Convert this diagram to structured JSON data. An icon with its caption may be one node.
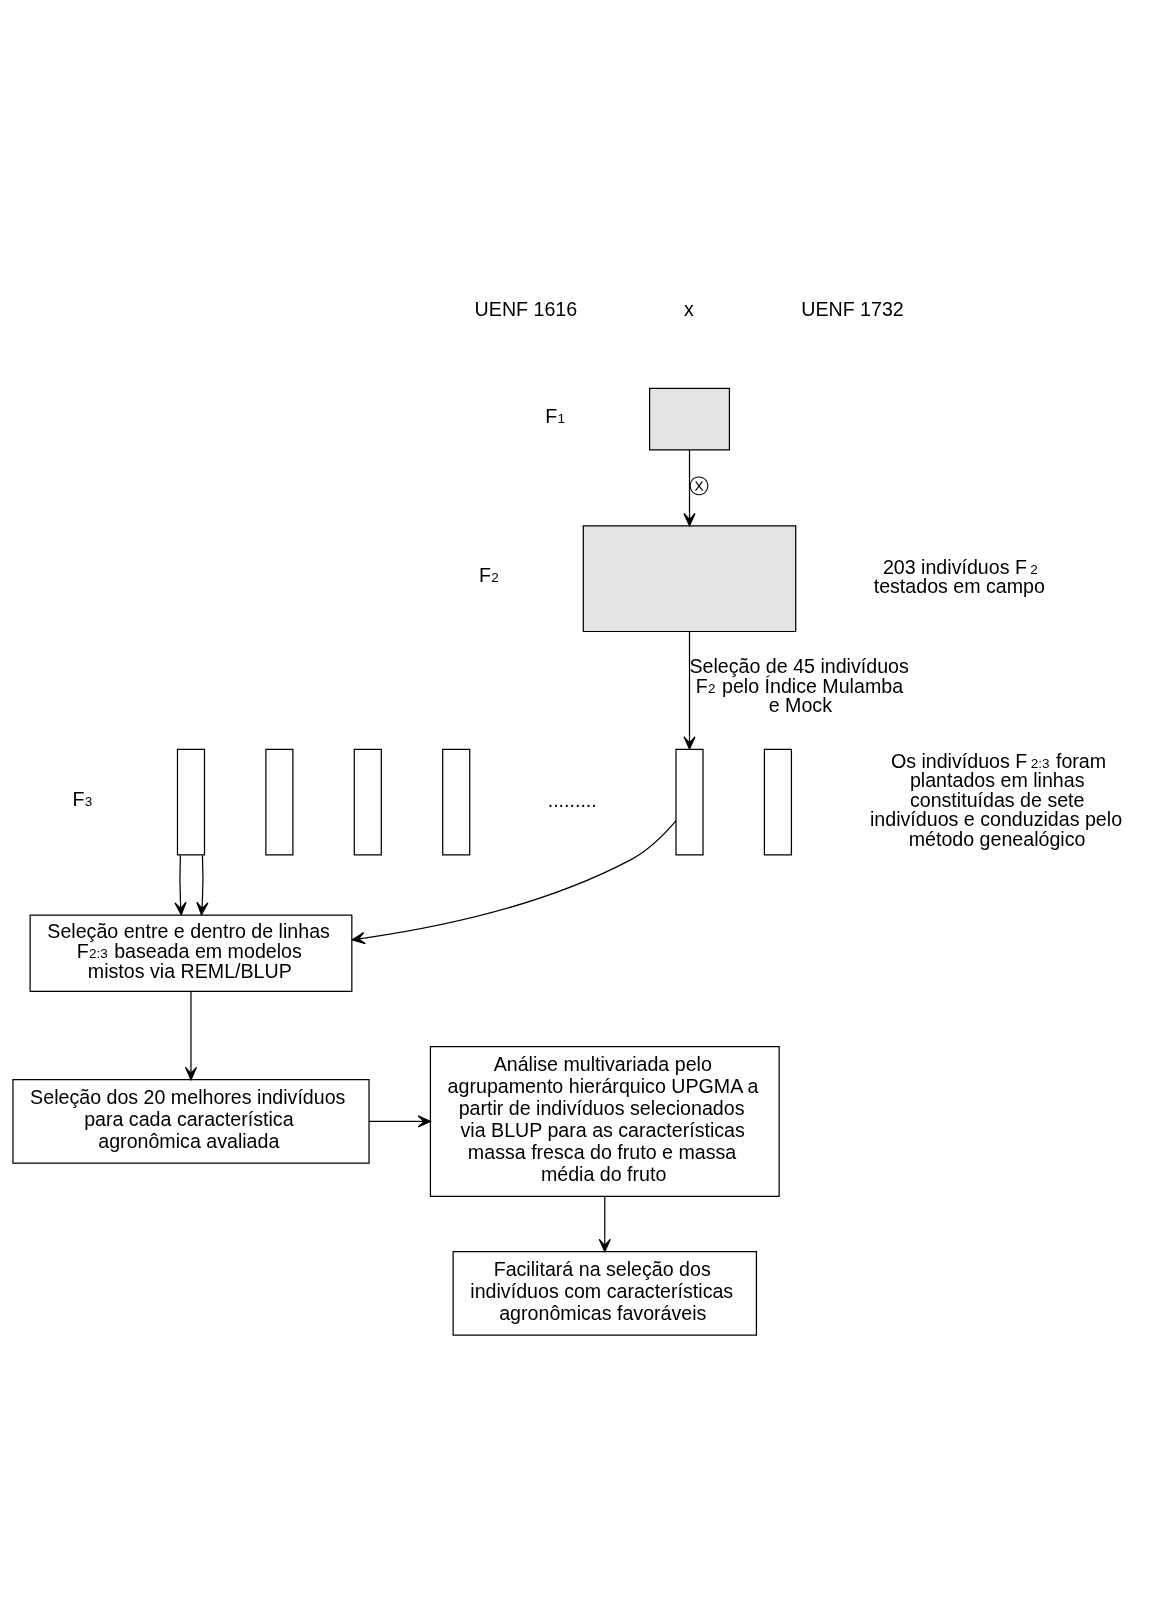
{
  "diagram": {
    "nodes": [
      {
        "text": [],
        "shape": "box"
      },
      {
        "text": [],
        "shape": "box",
        "beside": [
          "203 indivíduos F$_{2}$ testados em campo"
        ]
      },
      {
        "text": [],
        "shape": "bar"
      },
      {
        "text": [],
        "shape": "bar"
      },
      {
        "text": [],
        "shape": "bar"
      },
      {
        "text": [],
        "shape": "bar"
      },
      {
        "text": [],
        "shape": "bar"
      },
      {
        "text": [],
        "shape": "bar",
        "beside": [
          "Os indivíduos F$_{2:3}$ foram plantados em linhas constituídas de sete indivíduos e conduzidas pelo método genealógico"
        ]
      },
      {
        "text": [
          "Seleção entre e dentro de linhas F$_{2:3}$ baseada em modelos mistos via REML/BLUP"
        ]
      },
      {
        "text": [
          "Seleção dos 20 melhores indivíduos para cada característica agronômica avaliada"
        ]
      },
      {
        "text": [
          "Análise multivariada pelo agrupamento hierárquico UPGMA a partir de indivíduos selecionados via BLUP para as características massa fresca do fruto e massa média do fruto"
        ]
      },
      {
        "text": [
          "Facilitará na seleção dos indivíduos com características agronômicas favoráveis"
        ]
      }
    ],
    "edges": [
      {
        "from": 0,
        "to": 1,
        "arrow": "to",
        "label": "ⓧ"
      },
      {
        "from": 1,
        "to": 6,
        "arrow": "to",
        "label": "Seleção de 45 indivíduos F$_{2}$ pelo Índice Mulamba e Mock"
      },
      {
        "from": 2,
        "to": 8,
        "arrow": "to"
      },
      {
        "from": 2,
        "to": 8,
        "arrow": "to"
      },
      {
        "from": 6,
        "to": 8,
        "arrow": "to"
      },
      {
        "from": 8,
        "to": 9,
        "arrow": "to"
      },
      {
        "from": 9,
        "to": 10,
        "arrow": "to"
      },
      {
        "from": 10,
        "to": 11,
        "arrow": "to"
      }
    ],
    "labels": [
      "UENF 1616",
      "x",
      "UENF 1732",
      "F$_{1}$",
      "F$_{2}$",
      "F$_{3}$",
      "........."
    ]
  }
}
